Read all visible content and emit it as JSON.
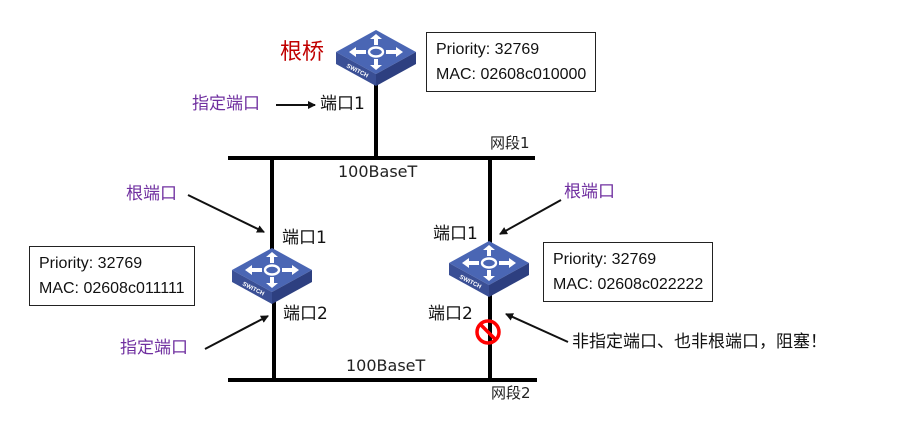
{
  "title": "STP 根桥、根端口、指定端口选举示意",
  "colors": {
    "root_label": "#c00000",
    "role_label": "#7030a0",
    "switch_body": "#3f5aa6",
    "block_sign": "#ff0000"
  },
  "root_bridge": {
    "label": "根桥",
    "icon": "switch-icon",
    "icon_text": "SWITCH",
    "info": {
      "priority": "Priority: 32769",
      "mac": "MAC: 02608c010000"
    },
    "port1": {
      "name": "端口1",
      "role": "指定端口"
    }
  },
  "segments": [
    {
      "name": "网段1",
      "media": "100BaseT"
    },
    {
      "name": "网段2",
      "media": "100BaseT"
    }
  ],
  "switch_left": {
    "icon": "switch-icon",
    "icon_text": "SWITCH",
    "info": {
      "priority": "Priority: 32769",
      "mac": "MAC: 02608c011111"
    },
    "port1": {
      "name": "端口1",
      "role": "根端口"
    },
    "port2": {
      "name": "端口2",
      "role": "指定端口"
    }
  },
  "switch_right": {
    "icon": "switch-icon",
    "icon_text": "SWITCH",
    "info": {
      "priority": "Priority: 32769",
      "mac": "MAC: 02608c022222"
    },
    "port1": {
      "name": "端口1",
      "role": "根端口"
    },
    "port2": {
      "name": "端口2",
      "role": "blocked",
      "status_icon": "blocked-icon"
    }
  },
  "blocked_note": "非指定端口、也非根端口，阻塞！"
}
